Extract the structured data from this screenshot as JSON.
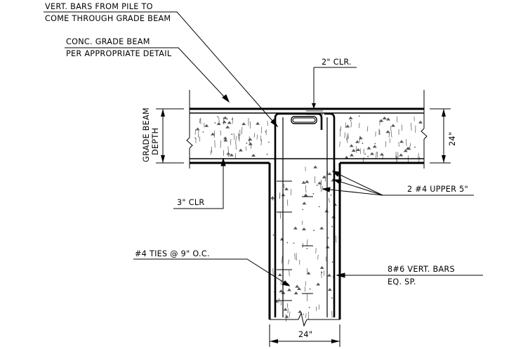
{
  "labels": {
    "vert_bars_line1": "VERT. BARS FROM PILE TO",
    "vert_bars_line2": "COME THROUGH GRADE BEAM",
    "conc_line1": "CONC. GRADE BEAM",
    "conc_line2": "PER APPROPRIATE DETAIL",
    "clr_2in": "2\" CLR.",
    "grade_beam_line1": "GRADE BEAM",
    "grade_beam_line2": "DEPTH",
    "dim_24_right": "24\"",
    "bars_upper": "2 #4 UPPER 5\"",
    "clr_3in": "3\" CLR",
    "ties": "#4 TIES @ 9\" O.C.",
    "vert_bars_line1b": "8#6 VERT. BARS",
    "vert_bars_line2b": "EQ. SP.",
    "dim_24_bottom": "24\""
  },
  "colors": {
    "ink": "#000000",
    "concrete_speckle": "#555555",
    "background": "#ffffff"
  }
}
